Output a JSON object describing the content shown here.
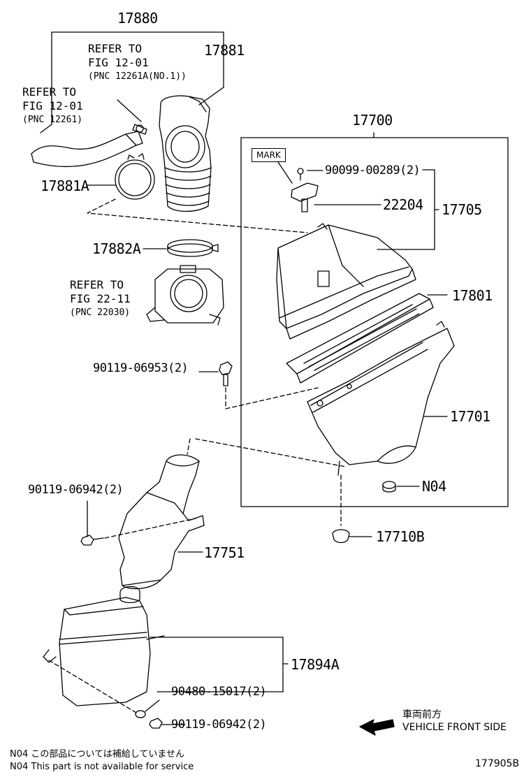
{
  "parts": {
    "p17880": "17880",
    "p17881": "17881",
    "p17881A": "17881A",
    "p17882A": "17882A",
    "p17700": "17700",
    "p90099": "90099-00289(2)",
    "p22204": "22204",
    "p17705": "17705",
    "p17801": "17801",
    "p90119_06953": "90119-06953(2)",
    "p17701": "17701",
    "pN04": "N04",
    "p17710B": "17710B",
    "p90119_06942_a": "90119-06942(2)",
    "p17751": "17751",
    "p17894A": "17894A",
    "p90480": "90480-15017(2)",
    "p90119_06942_b": "90119-06942(2)"
  },
  "refs": {
    "r1": {
      "line1": "REFER TO",
      "line2": "FIG 12-01",
      "line3": "(PNC 12261A(NO.1))"
    },
    "r2": {
      "line1": "REFER TO",
      "line2": "FIG 12-01",
      "line3": "(PNC 12261)"
    },
    "r3": {
      "line1": "REFER TO",
      "line2": "FIG 22-11",
      "line3": "(PNC 22030)"
    }
  },
  "mark_label": "MARK",
  "front": {
    "jp": "車両前方",
    "en": "VEHICLE FRONT SIDE"
  },
  "notes": {
    "jp": "N04  この部品については補給していません",
    "en": "N04  This part is not available for service"
  },
  "figure_id": "177905B"
}
